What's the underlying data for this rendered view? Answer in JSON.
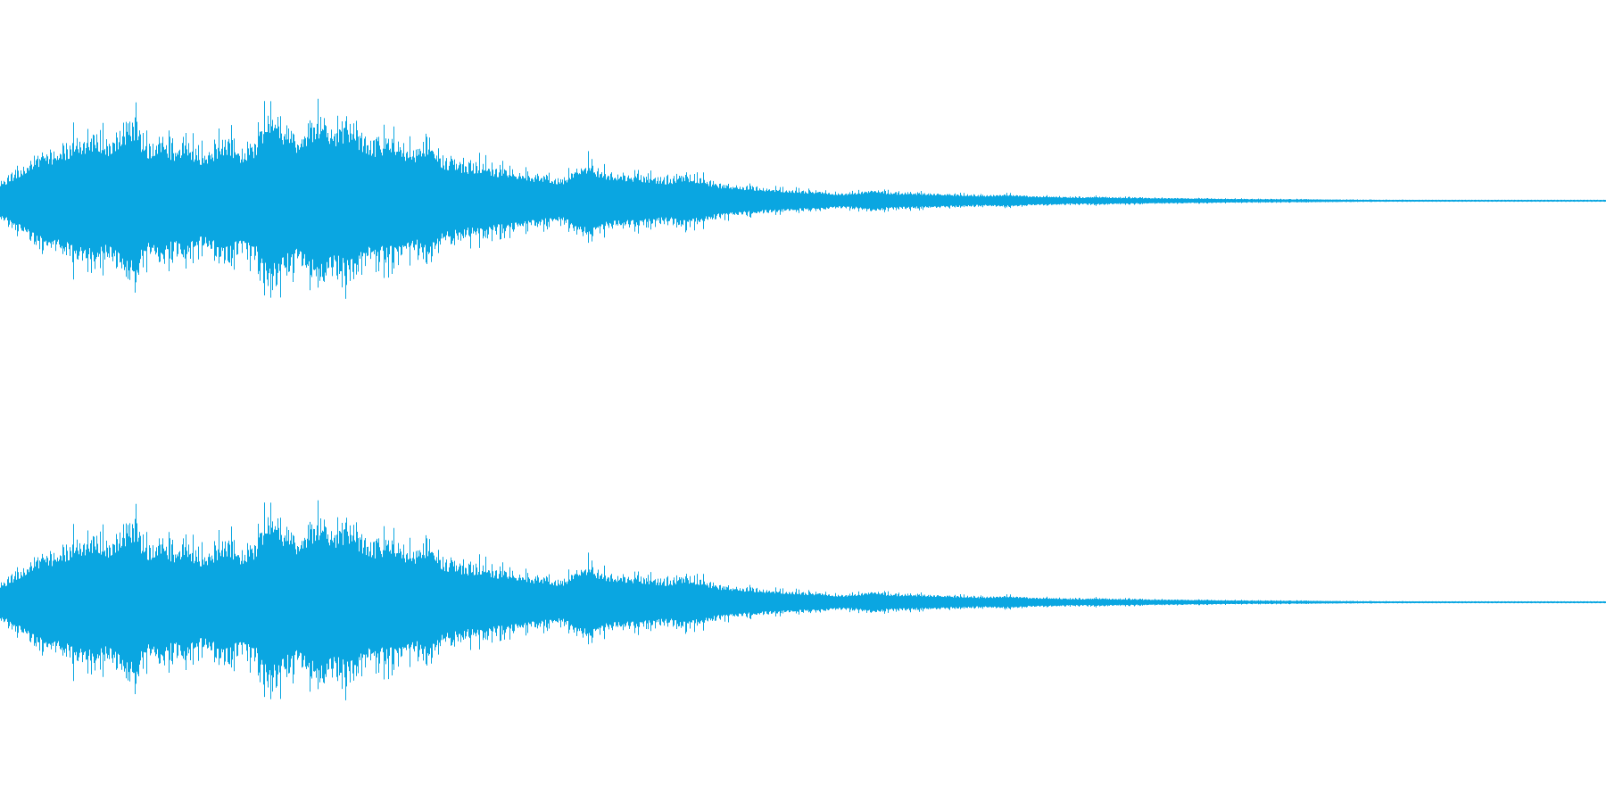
{
  "waveform": {
    "color": "#0aa6e1",
    "channels": [
      {
        "channel": "left"
      },
      {
        "channel": "right"
      }
    ],
    "envelope": [
      0.2,
      0.3,
      0.42,
      0.52,
      0.55,
      0.62,
      0.7,
      0.72,
      0.66,
      0.8,
      0.92,
      0.6,
      0.74,
      0.58,
      0.66,
      0.52,
      0.6,
      0.72,
      0.55,
      0.62,
      1.0,
      0.88,
      0.7,
      0.84,
      0.96,
      0.8,
      0.9,
      0.74,
      0.66,
      0.7,
      0.62,
      0.56,
      0.7,
      0.48,
      0.44,
      0.4,
      0.42,
      0.36,
      0.34,
      0.32,
      0.28,
      0.26,
      0.24,
      0.34,
      0.42,
      0.32,
      0.3,
      0.29,
      0.28,
      0.26,
      0.24,
      0.3,
      0.26,
      0.22,
      0.18,
      0.17,
      0.15,
      0.14,
      0.13,
      0.12,
      0.11,
      0.1,
      0.09,
      0.08,
      0.09,
      0.12,
      0.1,
      0.09,
      0.09,
      0.08,
      0.08,
      0.07,
      0.07,
      0.06,
      0.06,
      0.07,
      0.06,
      0.05,
      0.05,
      0.045,
      0.04,
      0.04,
      0.045,
      0.04,
      0.035,
      0.035,
      0.03,
      0.03,
      0.03,
      0.028,
      0.026,
      0.024,
      0.022,
      0.021,
      0.02,
      0.019,
      0.018,
      0.017,
      0.016,
      0.015,
      0.014,
      0.013,
      0.012,
      0.011,
      0.01,
      0.01,
      0.009,
      0.009,
      0.008,
      0.008,
      0.007,
      0.007,
      0.006,
      0.006,
      0.005,
      0.005,
      0.004,
      0.004,
      0.003,
      0.003,
      0.002
    ]
  }
}
